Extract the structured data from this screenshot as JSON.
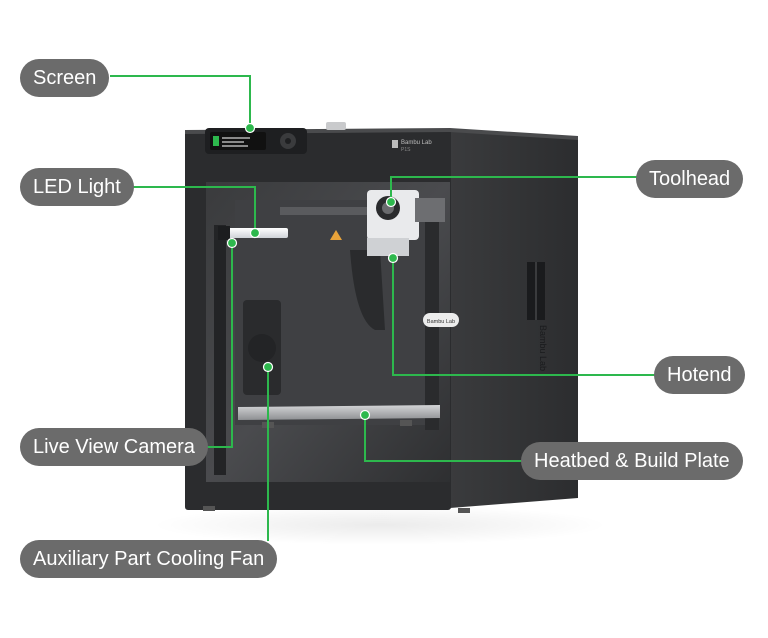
{
  "callouts": {
    "screen": "Screen",
    "led_light": "LED Light",
    "live_view_camera": "Live View Camera",
    "auxiliary_fan": "Auxiliary Part Cooling Fan",
    "toolhead": "Toolhead",
    "hotend": "Hotend",
    "heatbed": "Heatbed & Build Plate"
  },
  "printer": {
    "brand": "Bambu Lab",
    "model": "P1S",
    "plate_label": "Bambu Lab"
  },
  "colors": {
    "callout_pill": "#6b6b6b",
    "leader_line": "#2db84d",
    "printer_body": "#2f3032"
  }
}
